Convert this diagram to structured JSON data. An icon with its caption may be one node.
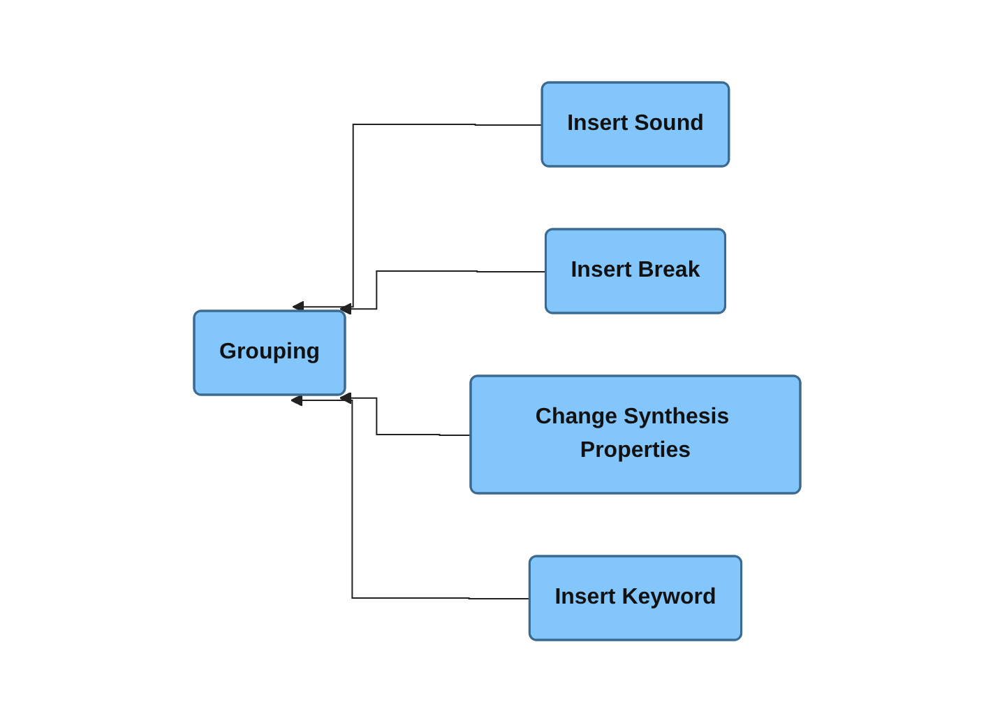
{
  "diagram": {
    "nodes": [
      {
        "text": [
          "Grouping"
        ]
      },
      {
        "text": [
          "Insert Sound"
        ]
      },
      {
        "text": [
          "Insert Break"
        ]
      },
      {
        "text": [
          "Change Synthesis Properties"
        ]
      },
      {
        "text": [
          "Insert Keyword"
        ]
      }
    ],
    "edges": [
      {
        "from": 1,
        "to": 0,
        "arrow": "to"
      },
      {
        "from": 2,
        "to": 0,
        "arrow": "to"
      },
      {
        "from": 3,
        "to": 0,
        "arrow": "to"
      },
      {
        "from": 4,
        "to": 0,
        "arrow": "to"
      }
    ]
  }
}
